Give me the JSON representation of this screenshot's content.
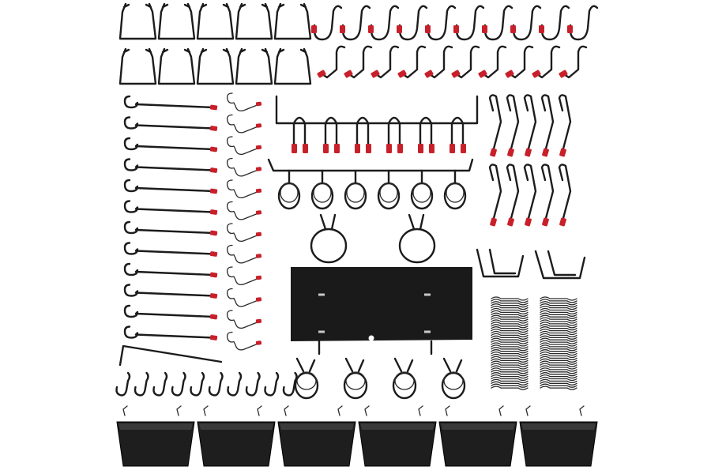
{
  "product_photo": {
    "subject": "pegboard-hook-assortment-kit",
    "colors": {
      "background": "#ffffff",
      "wire": "#1c1c1c",
      "tip": "#c8202a",
      "panel": "#1a1a1a",
      "bin": "#1e1e1e"
    },
    "groups": {
      "u_hooks_top": {
        "count": 10
      },
      "j_hooks_top": {
        "count": 10
      },
      "l_hooks_red_tip": {
        "count": 10
      },
      "long_single_hooks": {
        "count": 12
      },
      "small_curl_hooks": {
        "count": 12
      },
      "double_prong_bar": {
        "count": 6
      },
      "ring_holder_bar": {
        "count": 6
      },
      "large_ring_holders": {
        "count": 2
      },
      "angled_hooks": {
        "count": 10
      },
      "hanger_rings_below_panel": {
        "count": 4
      },
      "peg_locks_stacks": {
        "count": 2
      },
      "small_j_hooks_bottom": {
        "count": 10
      },
      "storage_bins": {
        "count": 6
      }
    }
  }
}
